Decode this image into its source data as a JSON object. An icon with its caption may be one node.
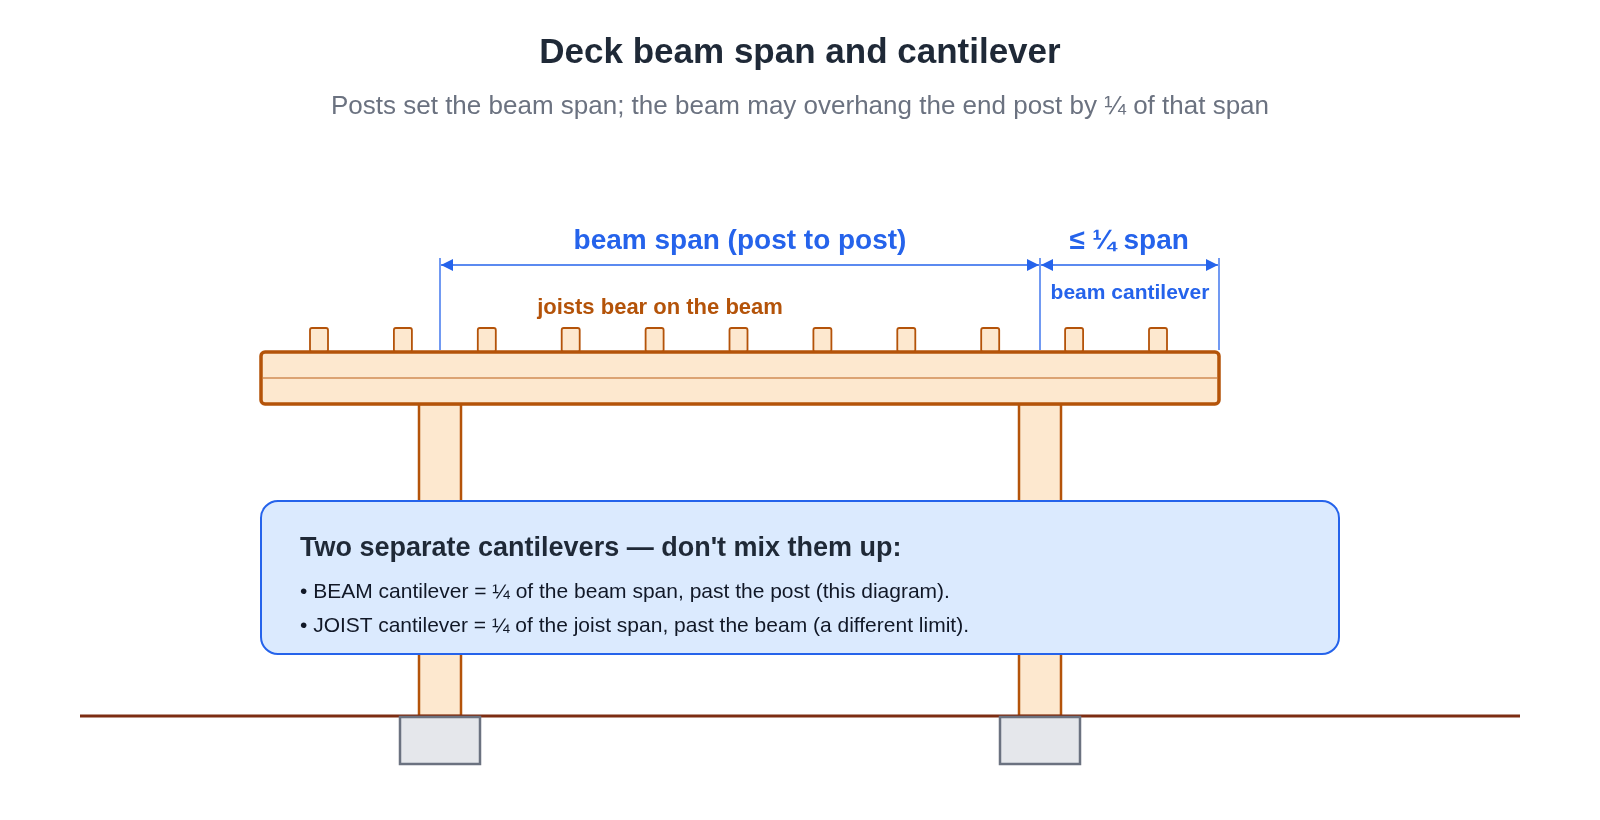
{
  "diagram": {
    "title": "Deck beam span and cantilever",
    "caption": "Posts set the beam span; the beam may overhang the end post by ¼ of that span",
    "nodes": [
      {
        "text": [
          "Two separate cantilevers — don't mix them up:",
          "• BEAM cantilever = ¼ of the beam span, past the post (this diagram).",
          "• JOIST cantilever = ¼ of the joist span, past the beam (a different limit)."
        ]
      }
    ],
    "labels": [
      "beam span (post to post)",
      "≤ ¼ span",
      "beam cantilever",
      "joists bear on the beam"
    ]
  }
}
